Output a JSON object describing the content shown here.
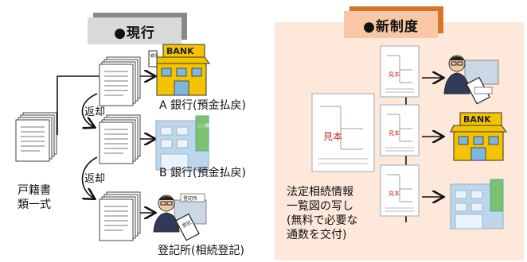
{
  "current": {
    "header": "●現行",
    "header_bg": "#d9d9d9",
    "header_shadow": "#888888",
    "source_label_line1": "戸籍書",
    "source_label_line2": "類一式",
    "return_label_1": "返却",
    "return_label_2": "返却",
    "dest_a": "A 銀行(預金払戻)",
    "dest_b": "B 銀行(預金払戻)",
    "dest_c": "登記所(相続登記)"
  },
  "new_system": {
    "header": "●新制度",
    "header_bg": "#f7c7a6",
    "header_shadow": "#d8742a",
    "panel_bg": "#fde8da",
    "caption_line1": "法定相続情報",
    "caption_line2": "一覧図の写し",
    "caption_line3": "(無料で必要な",
    "caption_line4": "通数を交付)"
  },
  "icons": {
    "bank_sign": "BANK",
    "bank_side_sign": "銀行",
    "bank_b_sign": "○○銀行",
    "registry_sign": "登記所",
    "envelope_text": "登記",
    "stamp_text": "見本"
  },
  "colors": {
    "bank_yellow": "#f5c400",
    "bank_b_blue": "#bcd7ec",
    "bank_b_sign_green": "#7cc16f",
    "arrow": "#111111",
    "paper": "#ffffff",
    "paper_lines": "#777777",
    "stamp_red": "#cc2a2a"
  }
}
